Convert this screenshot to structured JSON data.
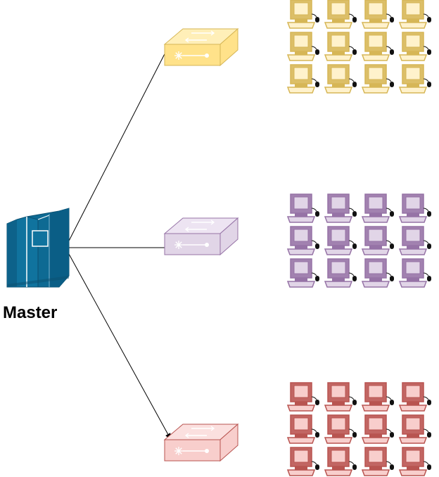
{
  "master": {
    "label": "Master",
    "color": "#10739E",
    "edge_color": "#1A5A80"
  },
  "connections": [
    {
      "from": "master",
      "to": "switch-yellow"
    },
    {
      "from": "master",
      "to": "switch-purple"
    },
    {
      "from": "master",
      "to": "switch-red"
    }
  ],
  "groups": [
    {
      "name": "yellow",
      "switch_fill": "#FFE28A",
      "switch_top": "#FFEFB8",
      "switch_stroke": "#D6B656",
      "pc_fill": "#FFF2CC",
      "pc_stroke": "#D6B656",
      "rows": 3,
      "cols": 4
    },
    {
      "name": "purple",
      "switch_fill": "#E1D5E7",
      "switch_top": "#EDE4F2",
      "switch_stroke": "#9673A6",
      "pc_fill": "#E1D5E7",
      "pc_stroke": "#9673A6",
      "rows": 3,
      "cols": 4
    },
    {
      "name": "red",
      "switch_fill": "#F8CECC",
      "switch_top": "#FBE0DF",
      "switch_stroke": "#B85450",
      "pc_fill": "#F8CECC",
      "pc_stroke": "#B85450",
      "rows": 3,
      "cols": 4
    }
  ]
}
